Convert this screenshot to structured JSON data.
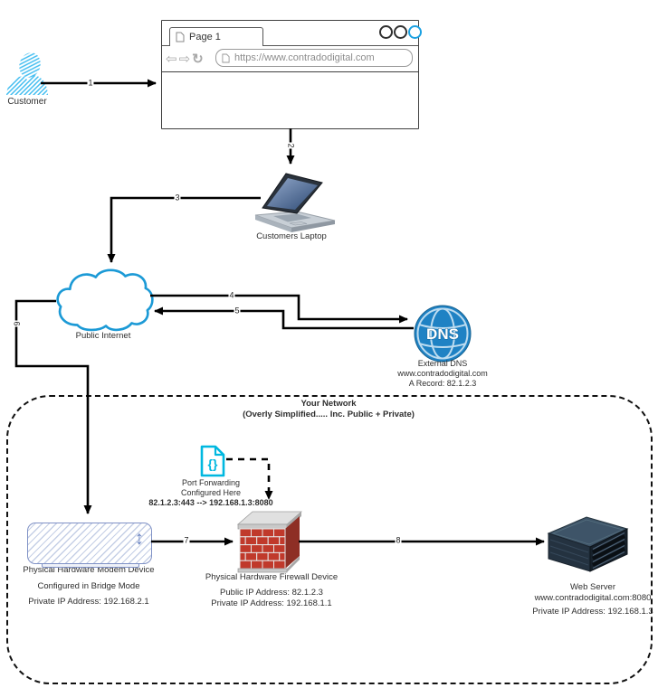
{
  "customer": {
    "label": "Customer"
  },
  "browser": {
    "tab_label": "Page 1",
    "url": "https://www.contradodigital.com"
  },
  "laptop": {
    "label": "Customers Laptop"
  },
  "internet": {
    "label": "Public Internet"
  },
  "dns": {
    "icon_text": "DNS",
    "title": "External DNS",
    "domain": "www.contradodigital.com",
    "record": "A Record: 82.1.2.3"
  },
  "network_boundary": {
    "title": "Your Network",
    "subtitle": "(Overly Simplified..... Inc. Public + Private)"
  },
  "port_forwarding": {
    "icon_text": "{}",
    "line1": "Port Forwarding",
    "line2": "Configured Here",
    "line3": "82.1.2.3:443 --> 192.168.1.3:8080"
  },
  "modem": {
    "name": "Physical Hardware Modem Device",
    "mode": "Configured in Bridge Mode",
    "ip": "Private IP Address: 192.168.2.1"
  },
  "firewall": {
    "name": "Physical Hardware Firewall Device",
    "public_ip": "Public IP Address: 82.1.2.3",
    "private_ip": "Private IP Address: 192.168.1.1"
  },
  "web_server": {
    "name": "Web Server",
    "host": "www.contradodigital.com:8080",
    "ip": "Private IP Address: 192.168.1.3"
  },
  "flow_steps": [
    {
      "label": "1"
    },
    {
      "label": "2"
    },
    {
      "label": "3"
    },
    {
      "label": "4"
    },
    {
      "label": "5"
    },
    {
      "label": "6"
    },
    {
      "label": "7"
    },
    {
      "label": "8"
    }
  ],
  "icons": {
    "back_arrow": "⇦",
    "forward_arrow": "⇨",
    "refresh": "↻",
    "modem_updown": "↕"
  },
  "colors": {
    "sketch_blue": "#41bdf0",
    "cloud_blue": "#1c9ad6",
    "dns_blue": "#1f82c4",
    "port_cyan": "#00b8e0",
    "brick_red": "#c0392b",
    "modem_blue": "#8092c6",
    "tab_active_circle": "#1BA1E2",
    "arrow_black": "#000000"
  }
}
